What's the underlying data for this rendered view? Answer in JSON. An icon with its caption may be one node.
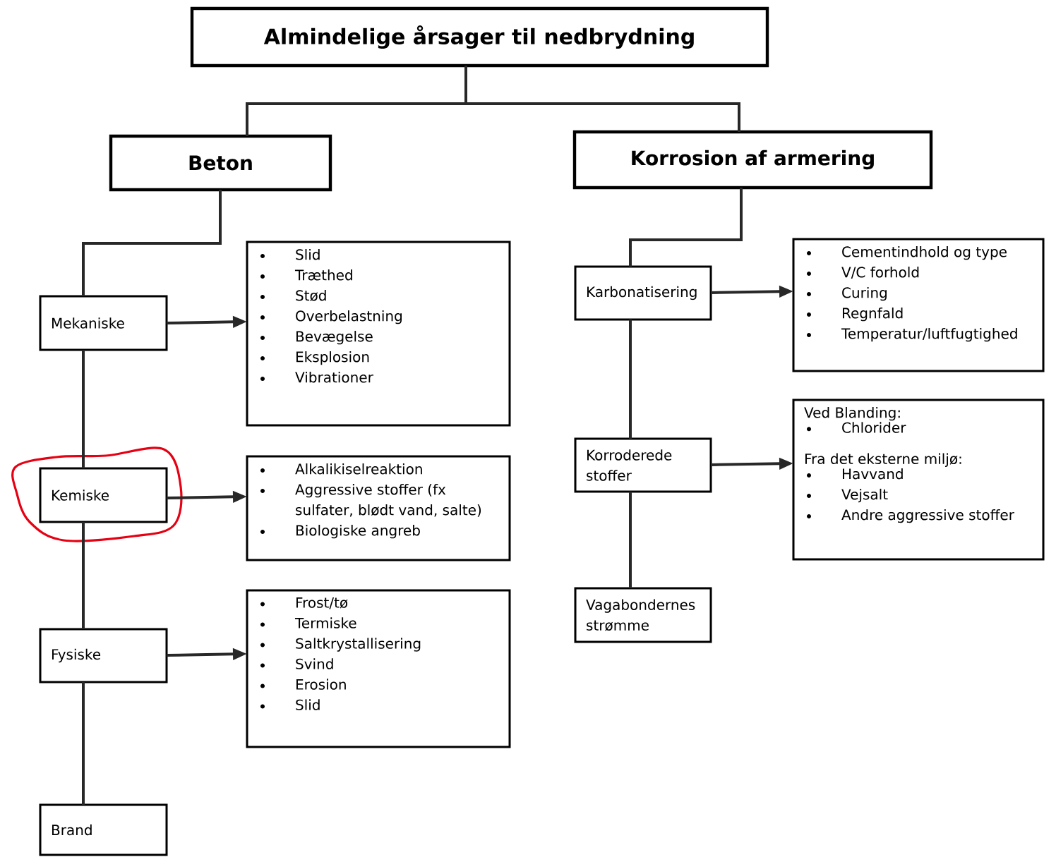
{
  "diagram": {
    "nodes": [
      {
        "text": [
          "Almindelige årsager til nedbrydning"
        ]
      },
      {
        "text": [
          "Beton"
        ]
      },
      {
        "text": [
          "Korrosion af armering"
        ]
      },
      {
        "text": [
          "Mekaniske"
        ]
      },
      {
        "text": [
          "Kemiske"
        ]
      },
      {
        "text": [
          "Fysiske"
        ]
      },
      {
        "text": [
          "Brand"
        ]
      },
      {
        "text": [
          "Slid",
          "Træthed",
          "Stød",
          "Overbelastning",
          "Bevægelse",
          "Eksplosion",
          "Vibrationer"
        ]
      },
      {
        "text": [
          "Alkalikiselreaktion",
          "Aggressive stoffer (fx sulfater, blødt vand, salte)",
          "Biologiske angreb"
        ]
      },
      {
        "text": [
          "Frost/tø",
          "Termiske",
          "Saltkrystallisering",
          "Svind",
          "Erosion",
          "Slid"
        ]
      },
      {
        "text": [
          "Karbonatisering"
        ]
      },
      {
        "text": [
          "Korroderede stoffer"
        ]
      },
      {
        "text": [
          "Vagabondernes strømme"
        ]
      },
      {
        "text": [
          "Cementindhold og type",
          "V/C forhold",
          "Curing",
          "Regnfald",
          "Temperatur/luftfugtighed"
        ]
      },
      {
        "text": [
          "Ved Blanding:",
          "Chlorider",
          "Fra det eksterne miljø:",
          "Havvand",
          "Vejsalt",
          "Andre aggressive stoffer"
        ]
      }
    ],
    "edges": [
      {
        "from": 0,
        "to": 1,
        "arrow": "none"
      },
      {
        "from": 0,
        "to": 2,
        "arrow": "none"
      },
      {
        "from": 1,
        "to": 3,
        "arrow": "none"
      },
      {
        "from": 3,
        "to": 4,
        "arrow": "none"
      },
      {
        "from": 4,
        "to": 5,
        "arrow": "none"
      },
      {
        "from": 5,
        "to": 6,
        "arrow": "none"
      },
      {
        "from": 2,
        "to": 10,
        "arrow": "none"
      },
      {
        "from": 10,
        "to": 11,
        "arrow": "none"
      },
      {
        "from": 11,
        "to": 12,
        "arrow": "none"
      },
      {
        "from": 3,
        "to": 7,
        "arrow": "to"
      },
      {
        "from": 4,
        "to": 8,
        "arrow": "to"
      },
      {
        "from": 5,
        "to": 9,
        "arrow": "to"
      },
      {
        "from": 10,
        "to": 13,
        "arrow": "to"
      },
      {
        "from": 11,
        "to": 14,
        "arrow": "to"
      }
    ]
  }
}
